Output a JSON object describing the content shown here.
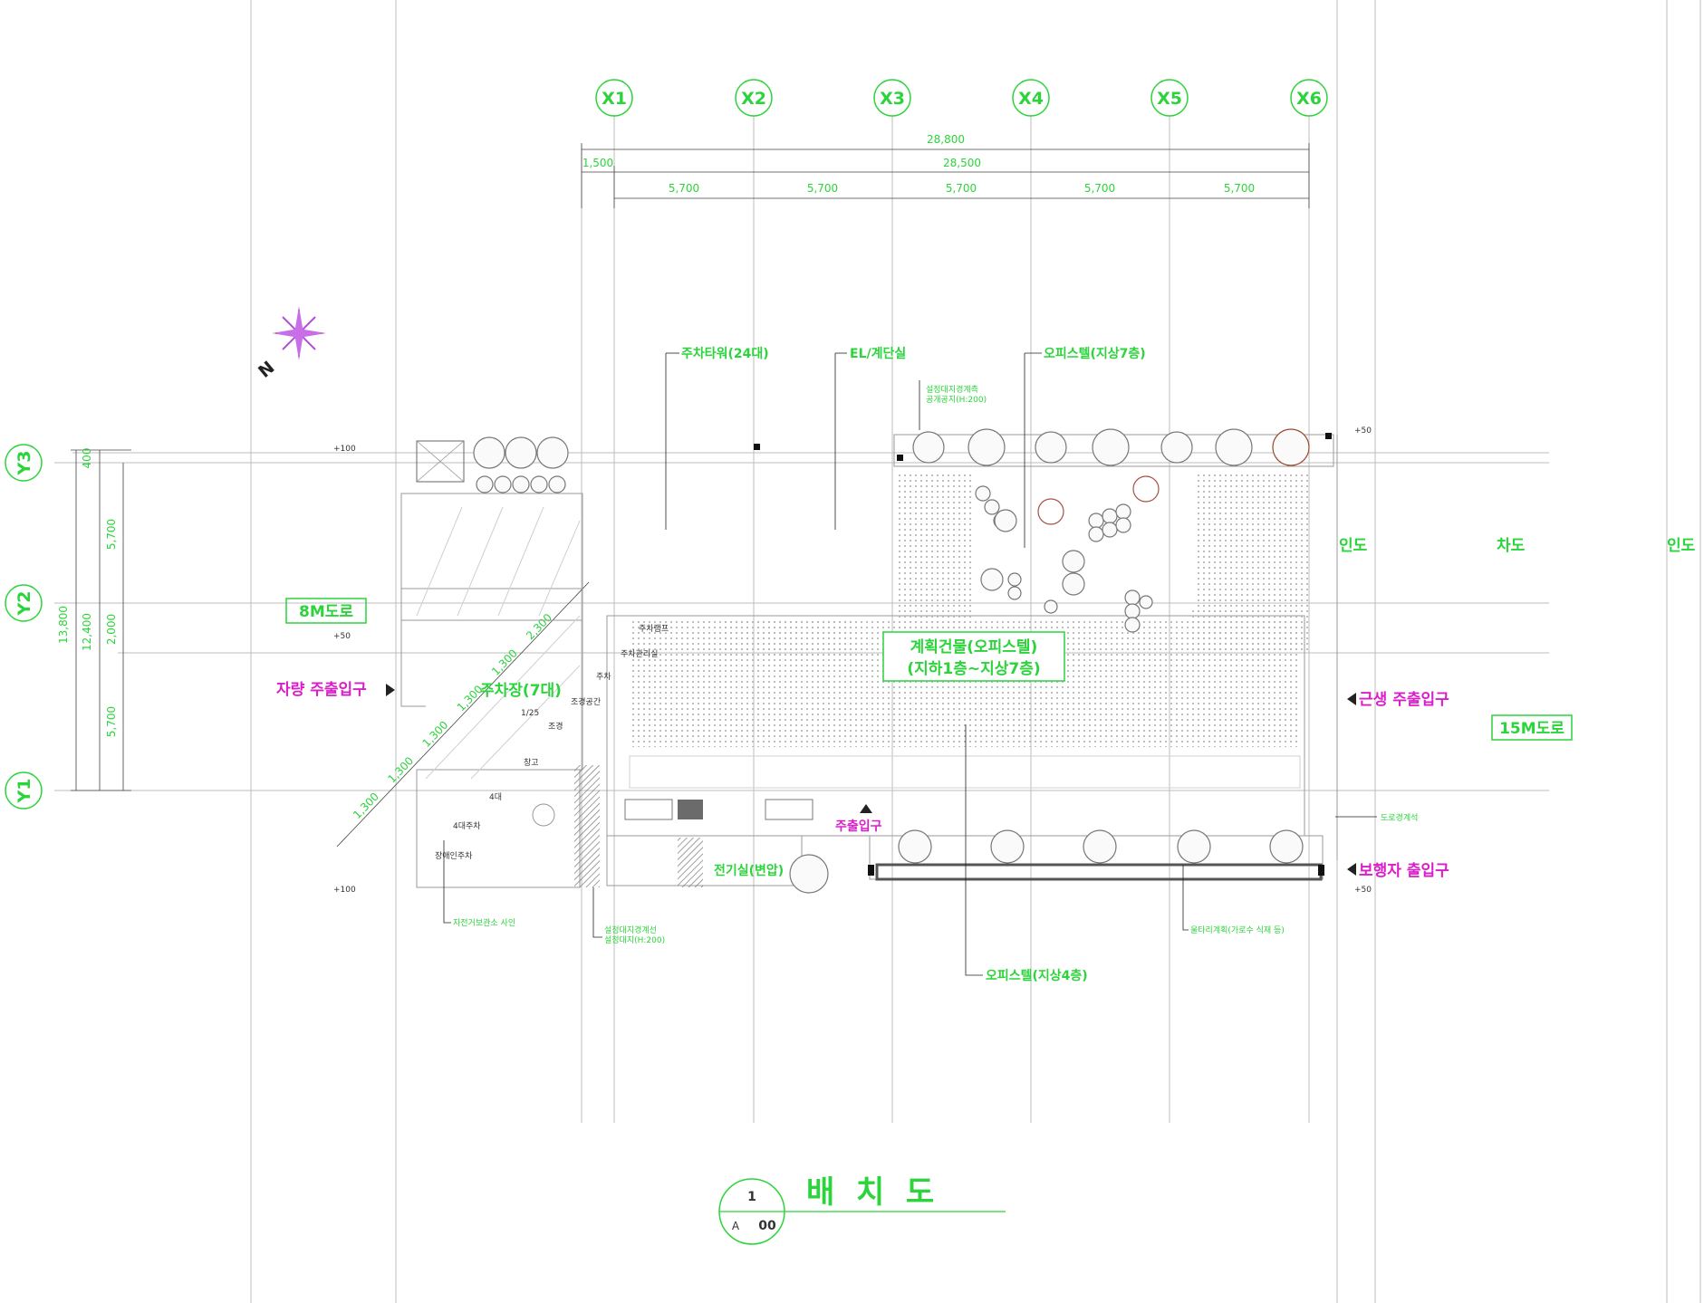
{
  "grid": {
    "x_axes": [
      "X1",
      "X2",
      "X3",
      "X4",
      "X5",
      "X6"
    ],
    "y_axes": [
      "Y3",
      "Y2",
      "Y1"
    ]
  },
  "dimensions": {
    "top_total": "28,800",
    "top_offset": "1,500",
    "top_second": "28,500",
    "spans": [
      "5,700",
      "5,700",
      "5,700",
      "5,700",
      "5,700"
    ],
    "left_total": "13,800",
    "left_overall": "12,400",
    "left_spans": [
      "5,700",
      "2,000",
      "5,700"
    ],
    "left_top": "400",
    "diagonal": [
      "1,300",
      "1,300",
      "1,300",
      "1,300",
      "1,300",
      "2,300"
    ]
  },
  "labels": {
    "parking_tower": "주차타워(24대)",
    "ev_room": "EL/계단실",
    "office_top": "오피스텔(지상7층)",
    "planting_note": "설정대지경계측\n공개공지(H:200)",
    "sidewalk_left": "인도",
    "roadway": "차도",
    "sidewalk_right": "인도",
    "road_8m": "8M도로",
    "vehicle_entry": "자량 주출입구",
    "parking_7": "주차장(7대)",
    "planned_building_1": "계획건물(오피스텔)",
    "planned_building_2": "(지하1층~지상7층)",
    "commercial_entry": "근생 주출입구",
    "road_15m": "15M도로",
    "main_entry": "주출입구",
    "pedestrian_entry": "보행자 출입구",
    "office_bottom": "오피스텔(지상4층)",
    "electric_room": "전기실(변압)",
    "bike_note": "자전거보관소 사인",
    "wall_note": "설정대지경계선\n설정대지(H:200)",
    "fence_note": "울타리계획(가로수 식재 등)",
    "curb_note": "도로경계석",
    "level_top": "+100",
    "level_8m": "+50",
    "level_right": "+50",
    "level_bottom_left": "+100",
    "level_bottom_right": "+50",
    "small_tags": [
      "주차램프",
      "주차관리실",
      "주차",
      "1/25",
      "조경공간",
      "조경",
      "창고",
      "4대",
      "4대주차",
      "장애인주차"
    ]
  },
  "title": {
    "text": "배  치  도",
    "number": "1",
    "sheet_prefix": "A",
    "sheet_no": "00"
  },
  "colors": {
    "label_green": "#2bd43a",
    "entry_magenta": "#d91ec9"
  }
}
